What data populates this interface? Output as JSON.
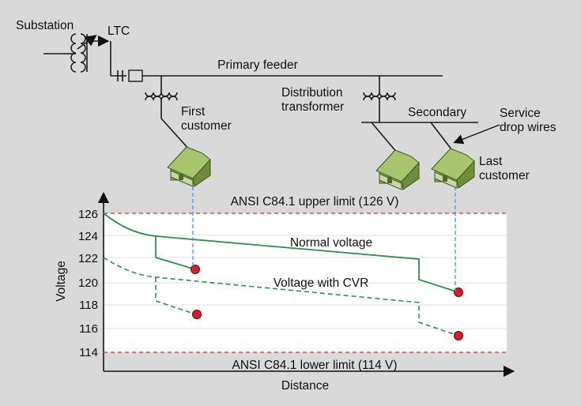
{
  "labels": {
    "substation": "Substation",
    "ltc": "LTC",
    "primary_feeder": "Primary feeder",
    "first_customer": [
      "First",
      "customer"
    ],
    "distribution_transformer": [
      "Distribution",
      "transformer"
    ],
    "secondary": "Secondary",
    "service_drop": [
      "Service",
      "drop wires"
    ],
    "last_customer": [
      "Last",
      "customer"
    ]
  },
  "chart_data": {
    "type": "line",
    "ylabel": "Voltage",
    "xlabel": "Distance",
    "ylim": [
      114,
      126
    ],
    "yticks": [
      "126",
      "124",
      "122",
      "120",
      "118",
      "116",
      "114"
    ],
    "upper_limit_label": "ANSI C84.1 upper limit (126 V)",
    "lower_limit_label": "ANSI C84.1 lower limit (114 V)",
    "upper_limit": 126,
    "lower_limit": 114,
    "series": [
      {
        "name": "Normal voltage",
        "style": "solid",
        "color": "#2f8f4f",
        "points": {
          "start": 126,
          "first_customer": 121,
          "last_customer": 119
        }
      },
      {
        "name": "Voltage with CVR",
        "style": "dashed",
        "color": "#2f8f4f",
        "points": {
          "start": 122.2,
          "first_customer": 117.2,
          "last_customer": 115.3
        }
      }
    ],
    "grid": true
  },
  "colors": {
    "background": "#d9d9d9",
    "limit_line": "#d9534f",
    "connector": "#5b8fd6",
    "curve": "#2f8f4f",
    "marker": "#d0202a"
  }
}
